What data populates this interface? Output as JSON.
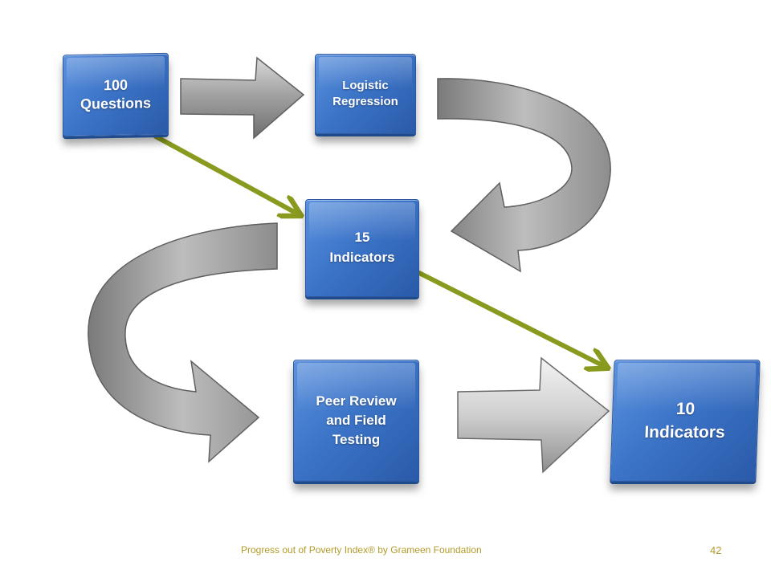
{
  "nodes": {
    "questions_100": "100\nQuestions",
    "logistic_regression": "Logistic\nRegression",
    "indicators_15": "15\nIndicators",
    "peer_review": "Peer Review\nand Field\nTesting",
    "indicators_10": "10\nIndicators"
  },
  "footer": {
    "text": "Progress out of Poverty Index® by Grameen Foundation",
    "page_number": "42"
  },
  "colors": {
    "box_blue": "#3c74c8",
    "green_arrow": "#8a9a1e",
    "gray_arrow": "#9a9a9a",
    "footer_text": "#b39a2a"
  }
}
